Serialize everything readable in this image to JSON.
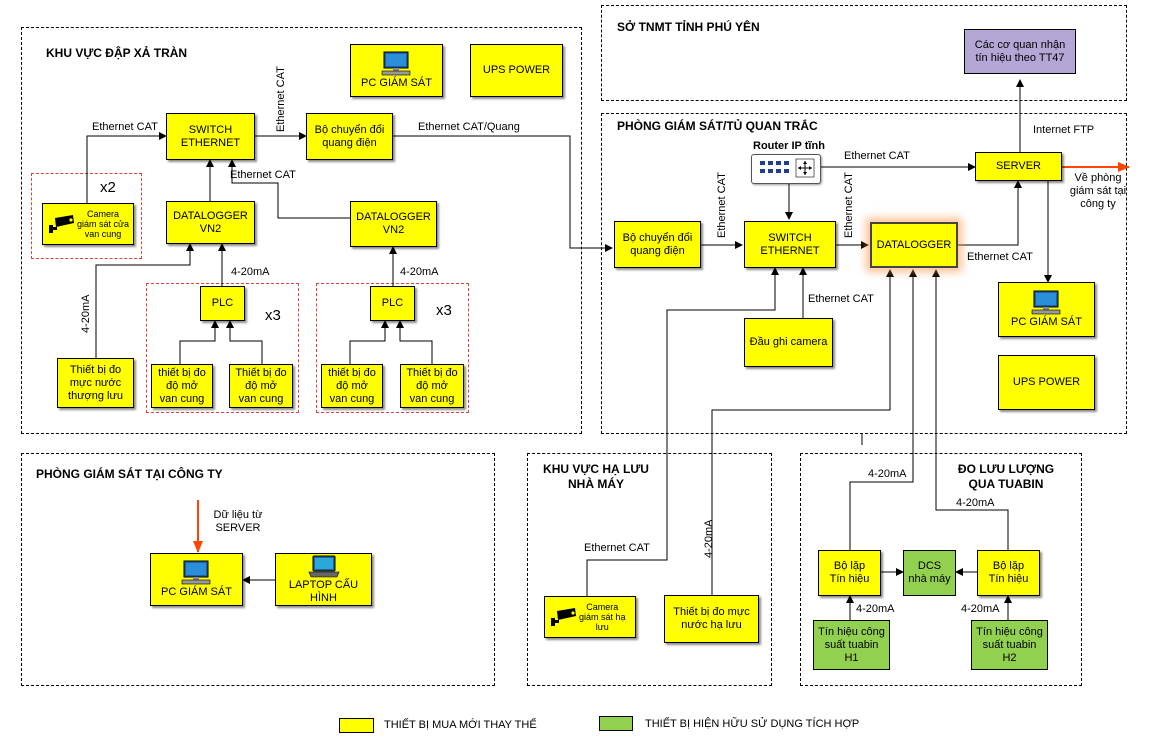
{
  "zones": {
    "dap_xa_tran": "KHU VỰC ĐẬP XẢ TRÀN",
    "so_tnmt": "SỞ TNMT TỈNH PHÚ YÊN",
    "phong_giam_sat_tu": "PHÒNG GIÁM SÁT/TỦ QUAN TRẮC",
    "phong_giam_sat_cong_ty": "PHÒNG GIÁM SÁT TẠI CÔNG TY",
    "ha_luu": "KHU VỰC HẠ LƯU\nNHÀ MÁY",
    "luu_luong": "ĐO LƯU LƯỢNG\nQUA TUABIN"
  },
  "devices": {
    "pc_giam_sat": "PC GIÁM SÁT",
    "ups_power": "UPS POWER",
    "switch_ethernet": "SWITCH\nETHERNET",
    "bo_chuyen_doi": "Bộ chuyển đổi\nquang điện",
    "camera_cua_van": "Camera\ngiám sát cửa\nvan cung",
    "datalogger_vn2": "DATALOGGER\nVN2",
    "plc": "PLC",
    "thiet_bi_do_muc_nuoc_tl": "Thiết bị đo\nmực nước\nthượng lưu",
    "thiet_bi_do_do_mo": "thiết bị đo\nđộ mở\nvan cung",
    "thiet_bi_do_do_mo_2": "Thiết bị đo\nđộ mở\nvan cung",
    "cac_co_quan": "Các cơ quan nhận\ntín hiệu theo TT47",
    "router": "Router IP tĩnh",
    "server": "SERVER",
    "datalogger": "DATALOGGER",
    "dau_ghi_camera": "Đầu ghi camera",
    "laptop": "LAPTOP CẤU HÌNH",
    "camera_ha_luu": "Camera\ngiám sát hạ\nlưu",
    "thiet_bi_do_muc_nuoc_hl": "Thiết bị đo mực\nnước hạ lưu",
    "bo_lap_tin_hieu": "Bộ lặp\nTín hiệu",
    "dcs": "DCS\nnhà máy",
    "tin_hieu_h1": "Tín hiệu công\nsuất tuabin\nH1",
    "tin_hieu_h2": "Tín hiệu công\nsuất tuabin\nH2"
  },
  "labels": {
    "ethernet_cat": "Ethernet CAT",
    "ethernet_cat_quang": "Ethernet CAT/Quang",
    "ma_4_20": "4-20mA",
    "x2": "x2",
    "x3": "x3",
    "internet_ftp": "Internet FTP",
    "ve_phong": "Về phòng\ngiám sát tại\ncông ty",
    "du_lieu_tu_server": "Dữ liệu từ\nSERVER"
  },
  "legend": {
    "new": "THIẾT BỊ MUA MỚI THAY THẾ",
    "existing": "THIẾT BỊ HIỆN HỮU SỬ DỤNG TÍCH HỢP"
  },
  "colors": {
    "new_device": "#ffff00",
    "existing_device": "#92d050",
    "agency": "#b4a7d6",
    "arrow_highlight": "#ff4500"
  },
  "icons": [
    "computer-monitor-icon",
    "laptop-icon",
    "cctv-camera-icon",
    "network-router-icon"
  ]
}
